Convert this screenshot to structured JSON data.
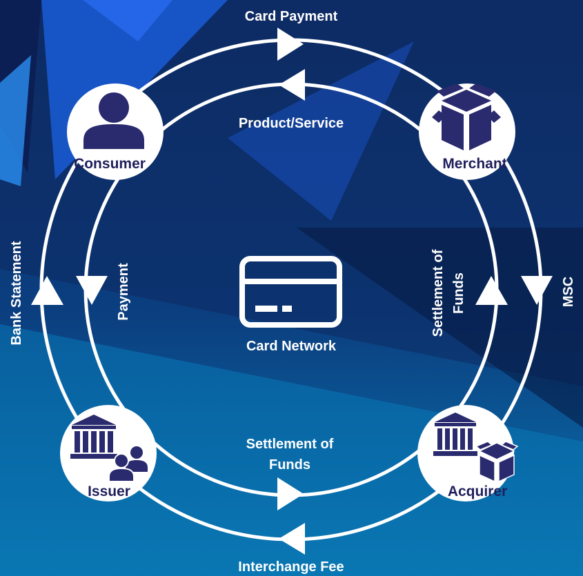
{
  "nodes": {
    "consumer": "Consumer",
    "merchant": "Merchant",
    "issuer": "Issuer",
    "acquirer": "Acquirer"
  },
  "center": {
    "label": "Card Network"
  },
  "flows": {
    "card_payment": "Card Payment",
    "product_service": "Product/Service",
    "payment": "Payment",
    "bank_statement": "Bank Statement",
    "settlement_right_line1": "Settlement of",
    "settlement_right_line2": "Funds",
    "msc": "MSC",
    "settlement_bottom_line1": "Settlement of",
    "settlement_bottom_line2": "Funds",
    "interchange_fee": "Interchange Fee"
  },
  "colors": {
    "background_dark": "#0a2a5e",
    "background_light": "#0b6fa8",
    "node_fill": "#ffffff",
    "icon": "#2a2a6e",
    "line": "#ffffff"
  },
  "icons": {
    "consumer": "person-icon",
    "merchant": "box-icon",
    "issuer": "bank-icon",
    "issuer_secondary": "users-icon",
    "acquirer": "bank-icon",
    "acquirer_secondary": "box-icon",
    "center": "card-icon"
  }
}
